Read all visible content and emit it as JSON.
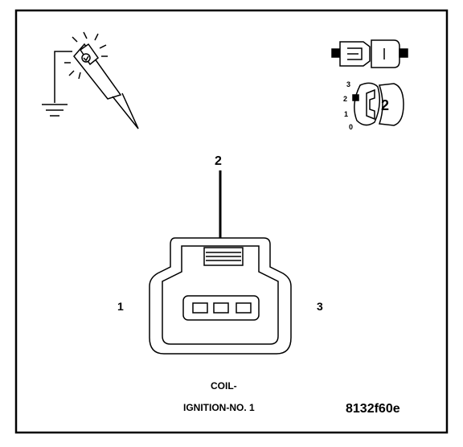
{
  "figure": {
    "pin_left": "1",
    "pin_right": "3",
    "probe_pin": "2",
    "caption_line1": "COIL-",
    "caption_line2": "IGNITION-NO. 1",
    "figure_code": "8132f60e"
  },
  "legend": {
    "connector_pin": "2",
    "scale_labels": [
      "3",
      "2",
      "1",
      "0"
    ]
  },
  "icons": {
    "test_light": "test-light-probe-icon",
    "ground": "ground-symbol-icon",
    "connector_pair": "connector-pair-icon",
    "pin_dial": "pin-selector-dial-icon"
  }
}
